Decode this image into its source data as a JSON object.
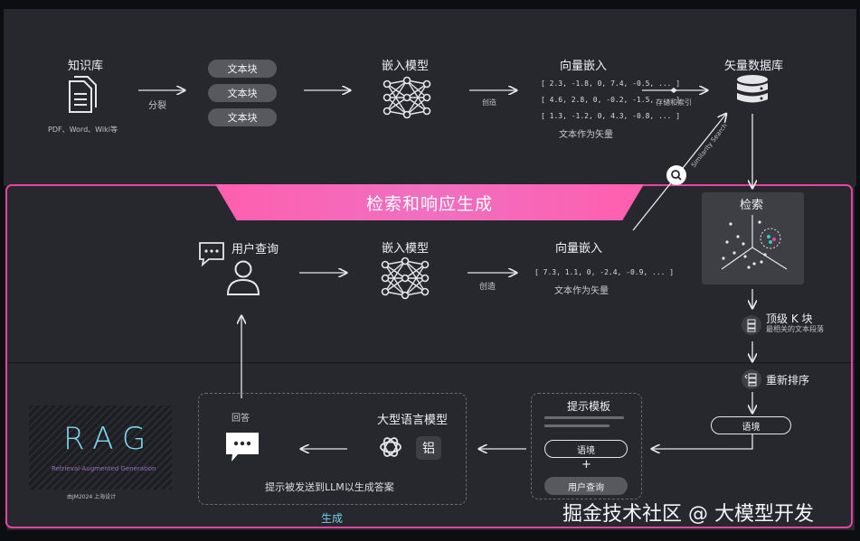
{
  "indexing": {
    "kb_title": "知识库",
    "kb_formats": "PDF、Word、Wiki等",
    "split_label": "分裂",
    "chunks": [
      "文本块",
      "文本块",
      "文本块"
    ],
    "embed_title": "嵌入模型",
    "create_label": "创造",
    "vector_title": "向量嵌入",
    "vectors": [
      "[ 2.3, -1.8, 0, 7.4, -0.5, ... ]",
      "[ 4.6, 2.8, 0, -0.2, -1.5, ... ]",
      "[ 1.3, -1.2, 0, 4.3, -0.8, ... ]"
    ],
    "vector_caption": "文本作为矢量",
    "store_label": "存储和索引",
    "db_title": "矢量数据库",
    "similarity_label": "Similarity Search"
  },
  "retrieval": {
    "banner": "检索和响应生成",
    "user_query_title": "用户查询",
    "embed_title": "嵌入模型",
    "create_label": "创造",
    "vector_title": "向量嵌入",
    "vector": "[ 7.3, 1.1, 0, -2.4, -0.9, ... ]",
    "vector_caption": "文本作为矢量",
    "search_title": "检索",
    "topk_title": "顶级 K 块",
    "topk_sub": "最相关的文本段落",
    "rerank_title": "重新排序",
    "context_pill": "语境"
  },
  "generation": {
    "answer_label": "回答",
    "llm_title": "大型语言模型",
    "llm_glyph": "铝",
    "prompt_caption": "提示被发送到LLM以生成答案",
    "template_title": "提示模板",
    "context_pill": "语境",
    "plus": "+",
    "user_query_pill": "用户查询",
    "section_label": "生成"
  },
  "logo": {
    "text": "RAG",
    "subtitle": "Retrieval-Augmented Generation",
    "credit": "由JM2024 上海设计"
  },
  "watermark": "掘金技术社区 @ 大模型开发",
  "colors": {
    "accent_pink": "#e8449f",
    "panel": "#26282d",
    "logo_blue": "#7fd6f0"
  }
}
